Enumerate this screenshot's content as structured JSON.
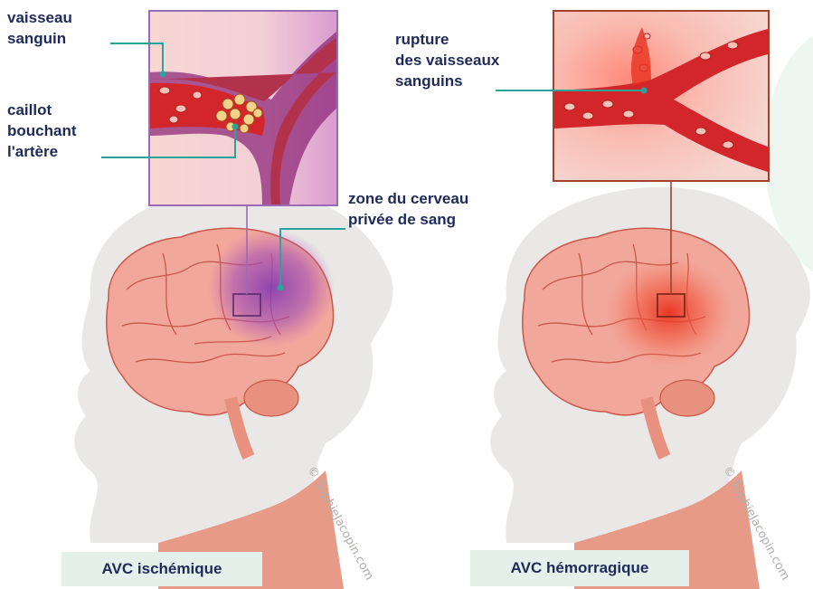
{
  "left_panel": {
    "label_vessel": [
      "vaisseau",
      "sanguin"
    ],
    "label_clot": [
      "caillot",
      "bouchant",
      "l'artère"
    ],
    "label_zone": [
      "zone du cerveau",
      "privée de sang"
    ],
    "caption": "AVC ischémique"
  },
  "right_panel": {
    "label_rupture": [
      "rupture",
      "des vaisseaux",
      "sanguins"
    ],
    "caption": "AVC hémorragique"
  },
  "watermark": "© SophieJacopin.com",
  "colors": {
    "label_text": "#1f2a5a",
    "leader_line": "#2aa39a",
    "caption_bg": "#e4f0ea",
    "ischemic_frame": "#9b6ab5",
    "hemorrhagic_frame": "#a0422e",
    "brain": "#f2a79b",
    "head_silhouette": "#e9e8e6",
    "neck": "#e89a88"
  }
}
